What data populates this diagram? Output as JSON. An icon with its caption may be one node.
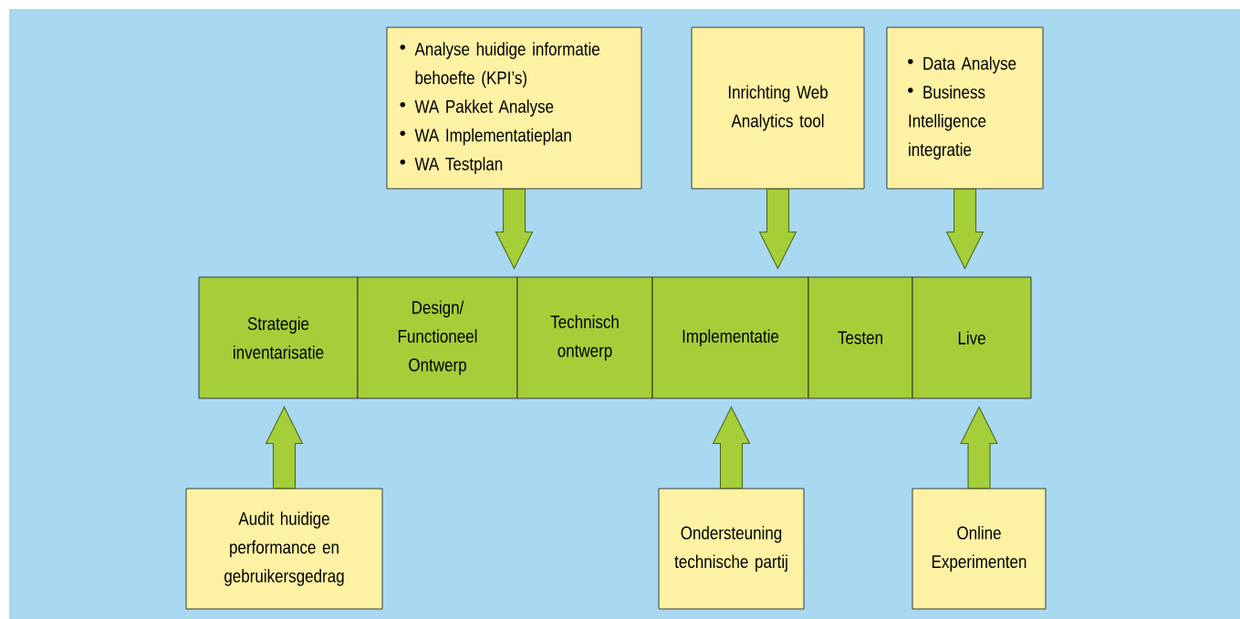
{
  "diagram": {
    "nodes": [
      {
        "text": [
          "Analyse huidige informatie behoefte (KPI’s)",
          "WA Pakket Analyse",
          "WA Implementatieplan",
          "WA Testplan"
        ]
      },
      {
        "text": [
          "Inrichting Web Analytics tool"
        ]
      },
      {
        "text": [
          "Data Analyse",
          "Business Intelligence integratie"
        ]
      },
      {
        "text": [
          "Strategie inventarisatie"
        ]
      },
      {
        "text": [
          "Design/ Functioneel Ontwerp"
        ]
      },
      {
        "text": [
          "Technisch ontwerp"
        ]
      },
      {
        "text": [
          "Implementatie"
        ]
      },
      {
        "text": [
          "Testen"
        ]
      },
      {
        "text": [
          "Live"
        ]
      },
      {
        "text": [
          "Audit huidige performance en gebruikersgedrag"
        ]
      },
      {
        "text": [
          "Ondersteuning technische partij"
        ]
      },
      {
        "text": [
          "Online Experimenten"
        ]
      }
    ],
    "edges": [
      {
        "from": 0,
        "to": 4,
        "arrow": "to"
      },
      {
        "from": 1,
        "to": 6,
        "arrow": "to"
      },
      {
        "from": 2,
        "to": 8,
        "arrow": "to"
      },
      {
        "from": 9,
        "to": 3,
        "arrow": "to"
      },
      {
        "from": 10,
        "to": 6,
        "arrow": "to"
      },
      {
        "from": 11,
        "to": 8,
        "arrow": "to"
      }
    ]
  }
}
